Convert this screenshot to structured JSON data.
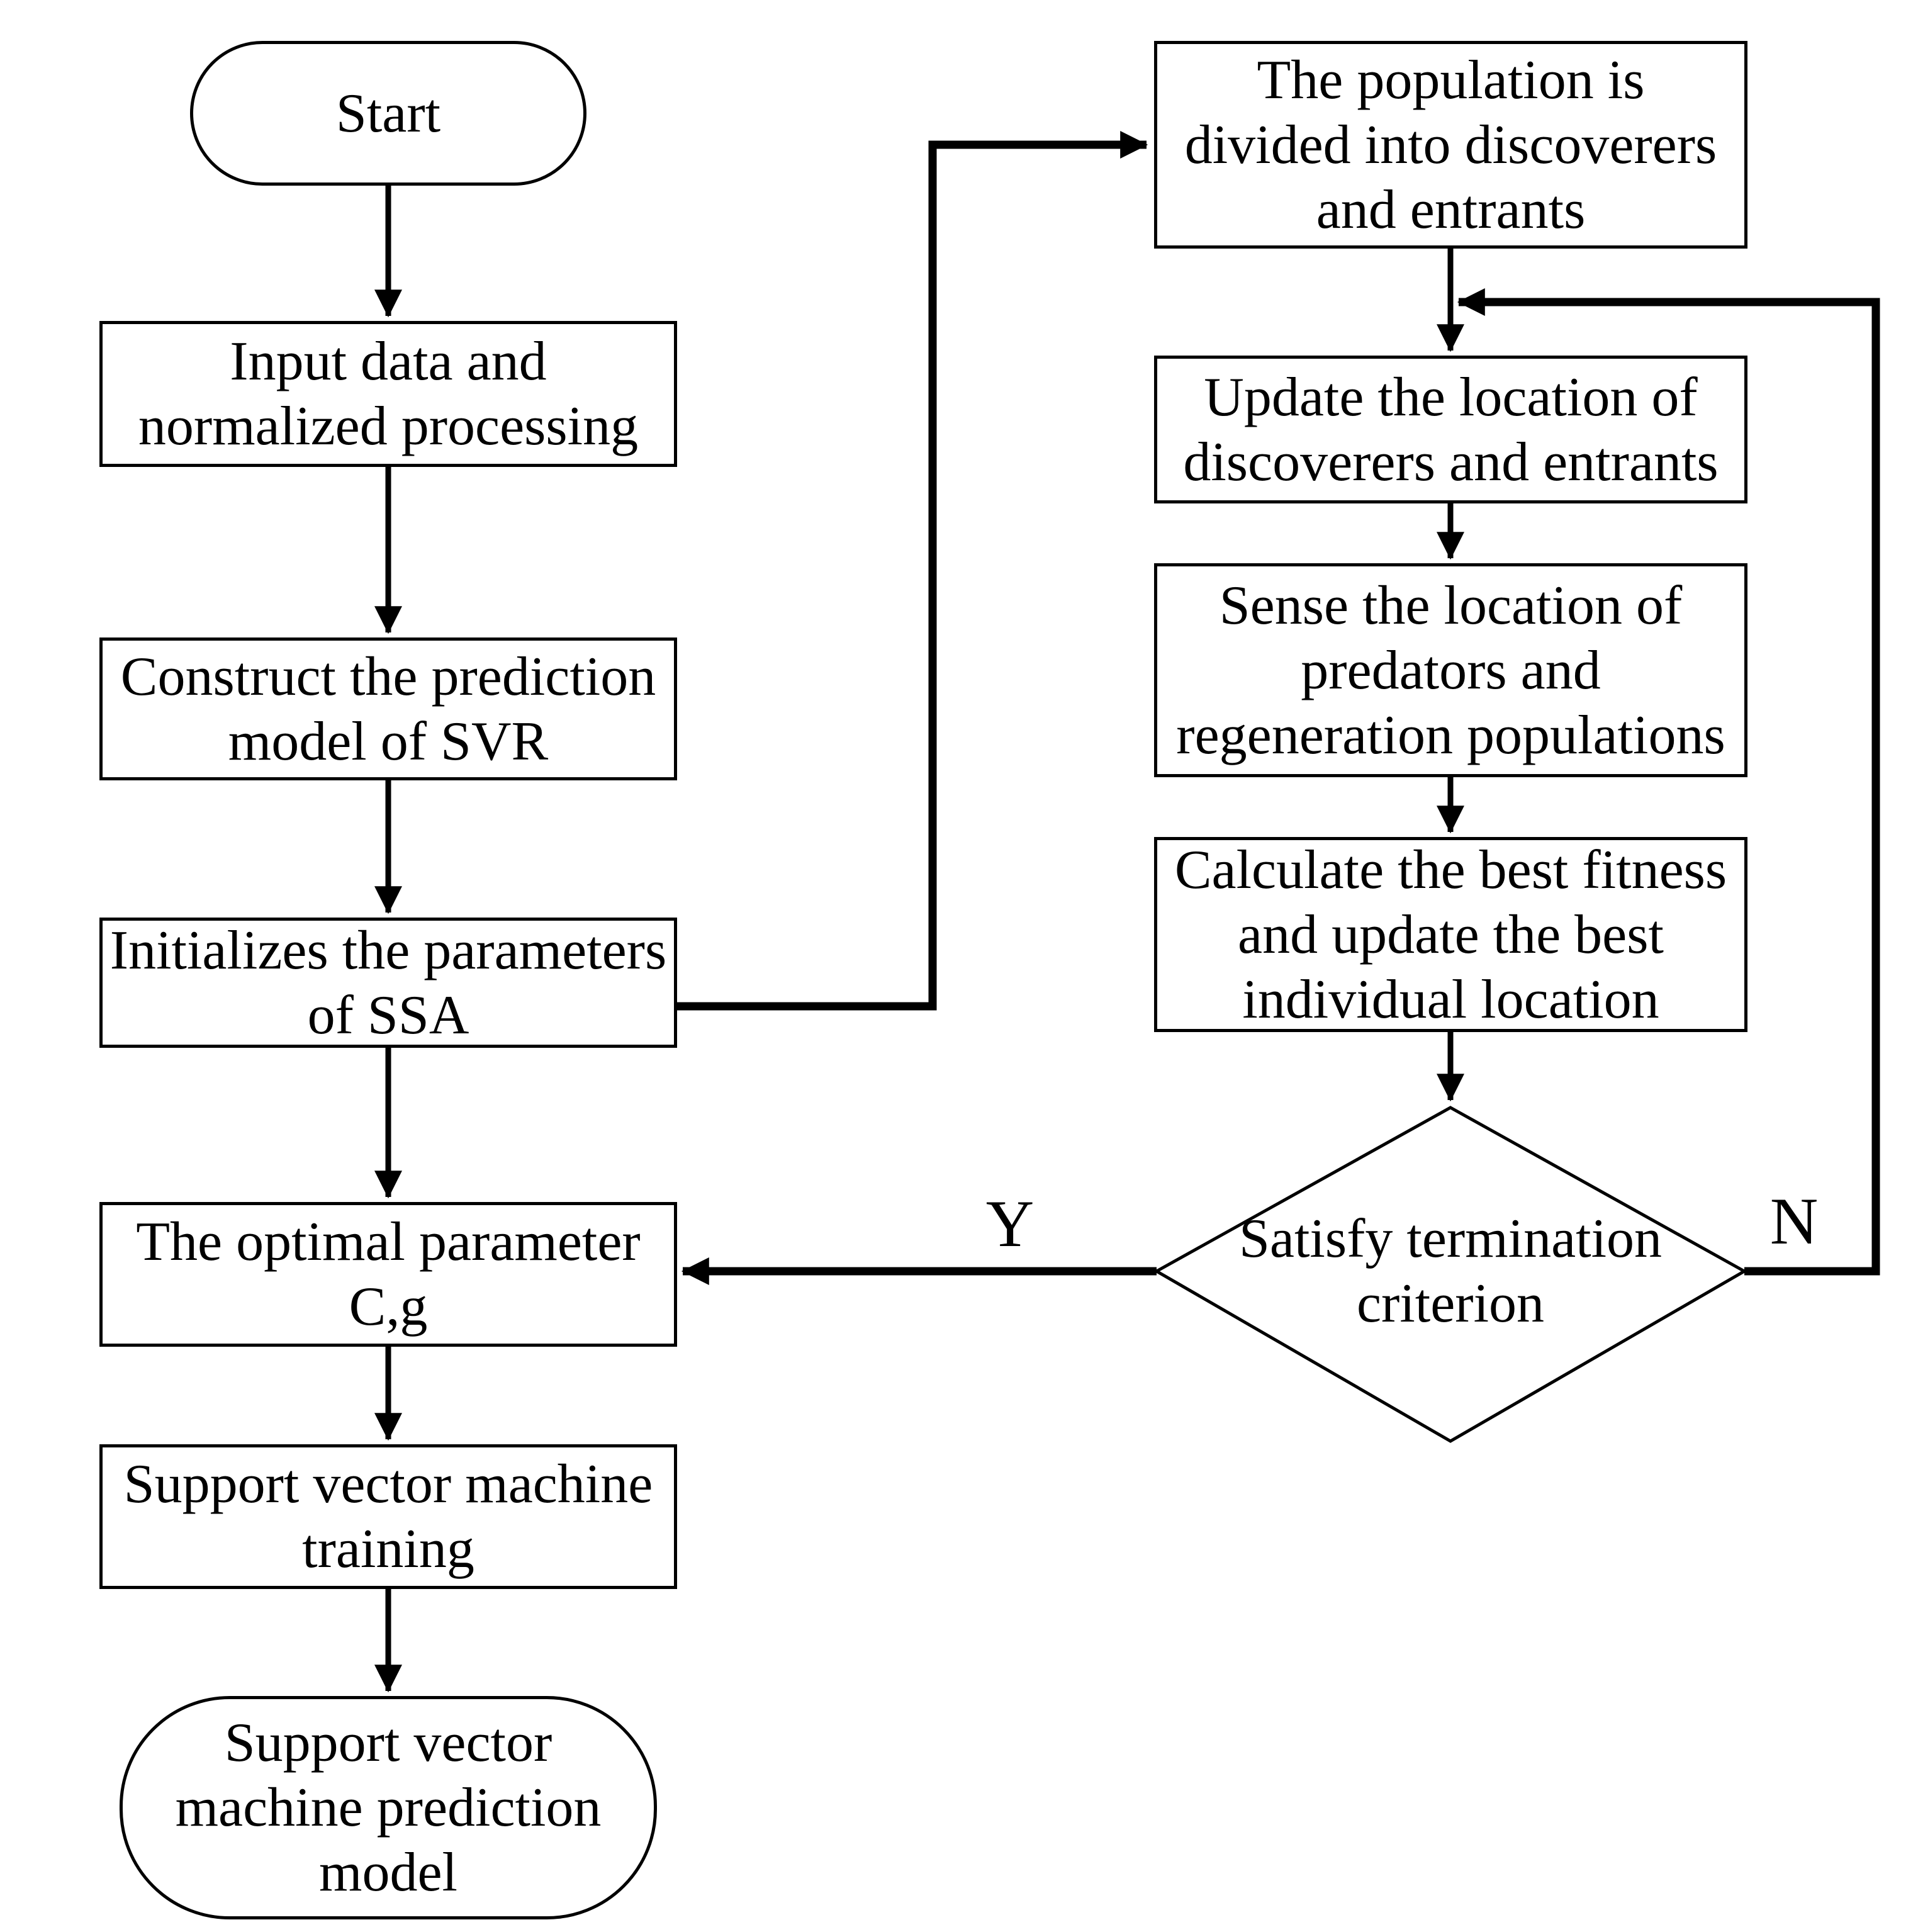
{
  "diagram_type": "flowchart",
  "colors": {
    "stroke": "#000000",
    "shape_fill": "#ffffff",
    "text": "#000000",
    "background": "#ffffff"
  },
  "nodes": {
    "start": {
      "shape": "terminator",
      "lines": [
        "Start"
      ]
    },
    "input_data": {
      "shape": "process",
      "lines": [
        "Input data and",
        "normalized processing"
      ]
    },
    "construct_svr": {
      "shape": "process",
      "lines": [
        "Construct the prediction",
        "model of SVR"
      ]
    },
    "init_ssa": {
      "shape": "process",
      "lines": [
        "Initializes the parameters",
        "of SSA"
      ]
    },
    "optimal_param": {
      "shape": "process",
      "lines": [
        "The optimal parameter",
        "C,g"
      ]
    },
    "svm_training": {
      "shape": "process",
      "lines": [
        "Support vector machine",
        "training"
      ]
    },
    "svm_prediction_model": {
      "shape": "terminator",
      "lines": [
        "Support vector",
        "machine prediction",
        "model"
      ]
    },
    "population_divided": {
      "shape": "process",
      "lines": [
        "The population is",
        "divided into discoverers",
        "and entrants"
      ]
    },
    "update_location": {
      "shape": "process",
      "lines": [
        "Update the location of",
        "discoverers and entrants"
      ]
    },
    "sense_location": {
      "shape": "process",
      "lines": [
        "Sense the location of",
        "predators and",
        "regeneration populations"
      ]
    },
    "calculate_fitness": {
      "shape": "process",
      "lines": [
        "Calculate the best fitness",
        "and update the best",
        "individual location"
      ]
    },
    "termination": {
      "shape": "decision",
      "lines": [
        "Satisfy termination",
        "criterion"
      ]
    }
  },
  "edge_labels": {
    "yes": "Y",
    "no": "N"
  }
}
